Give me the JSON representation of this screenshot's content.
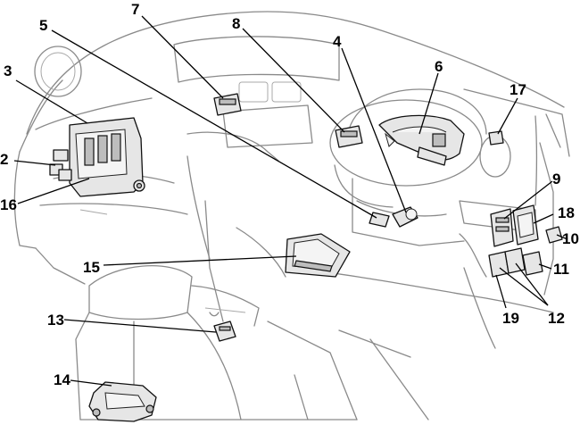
{
  "callouts": {
    "c1": "2",
    "c2": "3",
    "c3": "4",
    "c4": "5",
    "c5": "6",
    "c6": "7",
    "c7": "8",
    "c8": "9",
    "c9": "10",
    "c10": "11",
    "c11": "12",
    "c12": "13",
    "c13": "14",
    "c14": "15",
    "c15": "16",
    "c16": "17",
    "c17": "18",
    "c18": "19"
  },
  "colors": {
    "outline": "#8a8a8a",
    "parts": "#e6e6e6",
    "ink": "#000000"
  }
}
